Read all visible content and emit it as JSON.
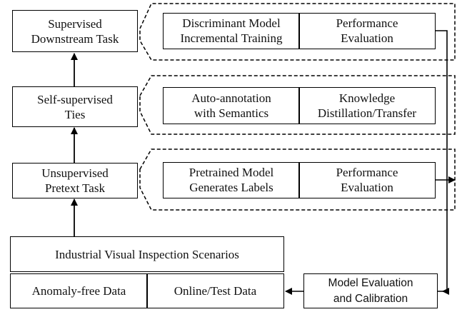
{
  "left_stack": {
    "supervised": [
      "Supervised",
      "Downstream Task"
    ],
    "self_supervised": [
      "Self-supervised",
      "Ties"
    ],
    "unsupervised": [
      "Unsupervised",
      "Pretext Task"
    ]
  },
  "right_groups": {
    "top": {
      "left": [
        "Discriminant Model",
        "Incremental Training"
      ],
      "right": [
        "Performance",
        "Evaluation"
      ]
    },
    "middle": {
      "left": [
        "Auto-annotation",
        "with Semantics"
      ],
      "right": [
        "Knowledge",
        "Distillation/Transfer"
      ]
    },
    "bottom": {
      "left": [
        "Pretrained Model",
        "Generates Labels"
      ],
      "right": [
        "Performance",
        "Evaluation"
      ]
    }
  },
  "bottom_row": {
    "scenarios": "Industrial Visual Inspection Scenarios",
    "anomaly_free": "Anomaly-free Data",
    "online_test": "Online/Test Data",
    "model_eval": [
      "Model Evaluation",
      "and Calibration"
    ]
  }
}
